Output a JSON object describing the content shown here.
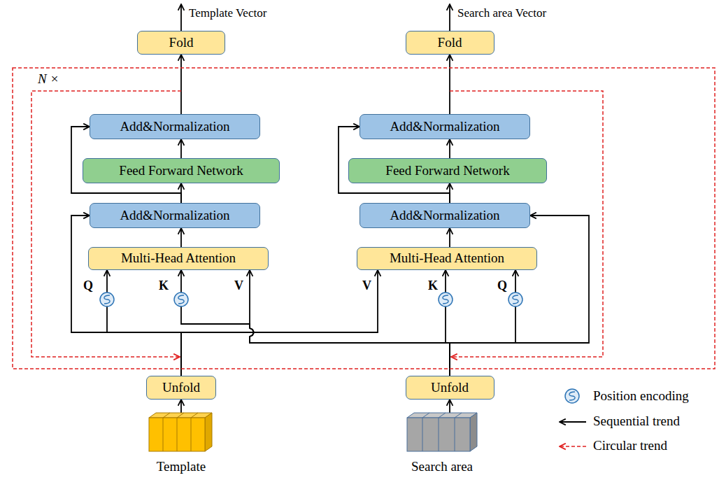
{
  "diagram": {
    "nodes": [
      {
        "text": [
          "Fold"
        ]
      },
      {
        "text": [
          "Fold"
        ]
      },
      {
        "text": [
          "Add&Normalization"
        ]
      },
      {
        "text": [
          "Feed Forward Network"
        ]
      },
      {
        "text": [
          "Add&Normalization"
        ]
      },
      {
        "text": [
          "Multi-Head Attention"
        ]
      },
      {
        "text": [
          "Add&Normalization"
        ]
      },
      {
        "text": [
          "Feed Forward Network"
        ]
      },
      {
        "text": [
          "Add&Normalization"
        ]
      },
      {
        "text": [
          "Multi-Head Attention"
        ]
      },
      {
        "text": [
          "Unfold"
        ]
      },
      {
        "text": [
          "Unfold"
        ]
      },
      {
        "text": [
          "Template"
        ]
      },
      {
        "text": [
          "Search area"
        ]
      }
    ],
    "edges": [
      {
        "from": 12,
        "to": 10,
        "arrow": "to"
      },
      {
        "from": 13,
        "to": 11,
        "arrow": "to"
      },
      {
        "from": 10,
        "to": 5,
        "arrow": "to"
      },
      {
        "from": 10,
        "to": 4,
        "arrow": "to"
      },
      {
        "from": 10,
        "to": 9,
        "arrow": "to"
      },
      {
        "from": 11,
        "to": 9,
        "arrow": "to"
      },
      {
        "from": 11,
        "to": 5,
        "arrow": "to"
      },
      {
        "from": 11,
        "to": 8,
        "arrow": "to"
      },
      {
        "from": 5,
        "to": 4,
        "arrow": "to"
      },
      {
        "from": 4,
        "to": 3,
        "arrow": "to"
      },
      {
        "from": 4,
        "to": 2,
        "arrow": "to"
      },
      {
        "from": 3,
        "to": 2,
        "arrow": "to"
      },
      {
        "from": 2,
        "to": 0,
        "arrow": "to"
      },
      {
        "from": 9,
        "to": 8,
        "arrow": "to"
      },
      {
        "from": 8,
        "to": 7,
        "arrow": "to"
      },
      {
        "from": 8,
        "to": 6,
        "arrow": "to"
      },
      {
        "from": 7,
        "to": 6,
        "arrow": "to"
      },
      {
        "from": 6,
        "to": 1,
        "arrow": "to"
      }
    ],
    "labels": [
      "Template Vector",
      "Search area Vector",
      "N ×",
      "Q",
      "K",
      "V",
      "V",
      "K",
      "Q"
    ],
    "legend": [
      {
        "text": "Position encoding"
      },
      {
        "text": "Sequential trend"
      },
      {
        "text": "Circular trend"
      }
    ]
  }
}
